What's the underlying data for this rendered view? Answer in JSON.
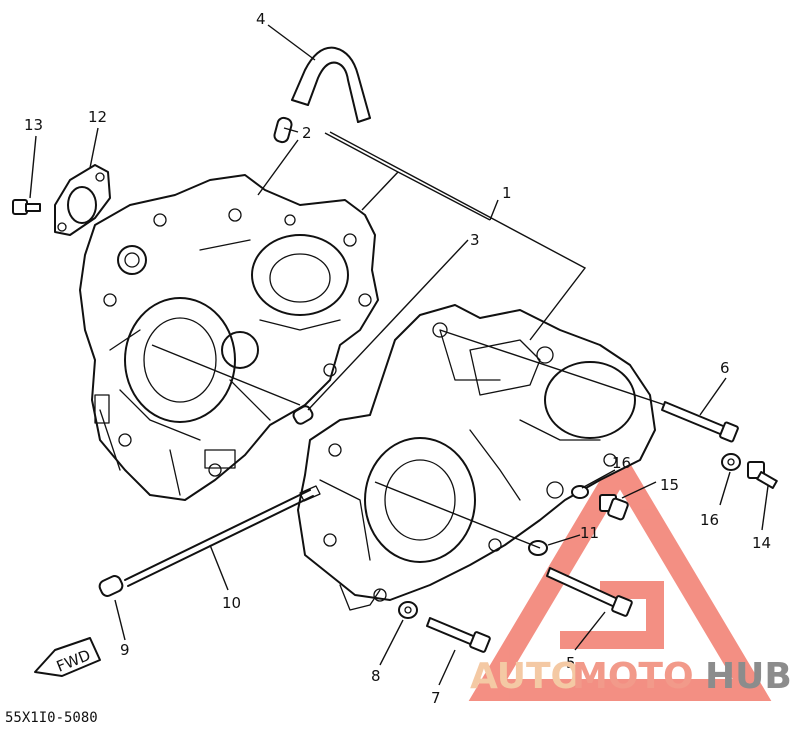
{
  "diagram": {
    "part_labels": [
      {
        "id": "1",
        "text": "1"
      },
      {
        "id": "2",
        "text": "2"
      },
      {
        "id": "3",
        "text": "3"
      },
      {
        "id": "4",
        "text": "4"
      },
      {
        "id": "5",
        "text": "5"
      },
      {
        "id": "6",
        "text": "6"
      },
      {
        "id": "7",
        "text": "7"
      },
      {
        "id": "8",
        "text": "8"
      },
      {
        "id": "9",
        "text": "9"
      },
      {
        "id": "10",
        "text": "10"
      },
      {
        "id": "11",
        "text": "11"
      },
      {
        "id": "12",
        "text": "12"
      },
      {
        "id": "13",
        "text": "13"
      },
      {
        "id": "14",
        "text": "14"
      },
      {
        "id": "15",
        "text": "15"
      },
      {
        "id": "16a",
        "text": "16"
      },
      {
        "id": "16b",
        "text": "16"
      },
      {
        "id": "16c",
        "text": "16"
      }
    ],
    "direction_arrow": "FWD",
    "drawing_code": "55X1I0-5080"
  },
  "watermark": {
    "part1": "AUTO",
    "part2": "MOTO",
    "part3": "HUB",
    "colors": {
      "auto": "#f4c9a4",
      "moto": "#f29a8a",
      "hub": "#8c8c8c",
      "triangle": "#f06a5a"
    }
  }
}
